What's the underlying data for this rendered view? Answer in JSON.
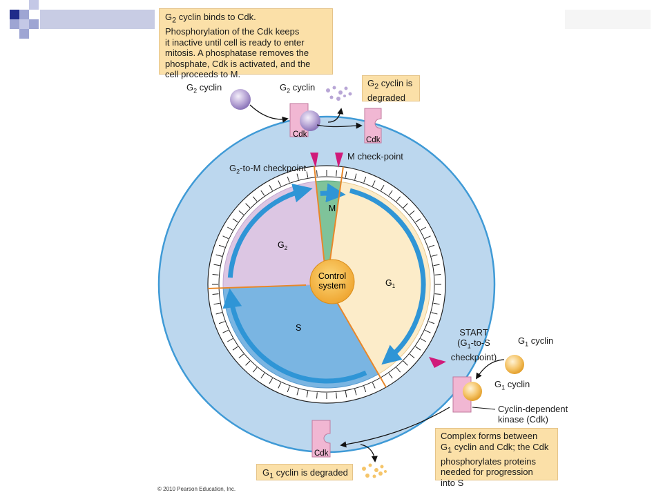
{
  "slide": {
    "copyright": "© 2010 Pearson Education, Inc."
  },
  "notes": {
    "top": {
      "line1_pre": "G",
      "line1_sub": "2",
      "line1_post": " cyclin binds to Cdk.",
      "line2": "Phosphorylation of the Cdk keeps",
      "line3": "it inactive until cell is ready to enter",
      "line4": "mitosis. A phosphatase removes the",
      "line5": "phosphate, Cdk is activated, and the",
      "line6": "cell proceeds to M."
    },
    "g2_degraded": {
      "line1_pre": "G",
      "line1_sub": "2",
      "line1_post": " cyclin is",
      "line2": "degraded"
    },
    "g1_degraded": {
      "pre": "G",
      "sub": "1",
      "post": " cyclin is degraded"
    },
    "complex": {
      "line1": "Complex forms between",
      "line2_pre": "G",
      "line2_sub": "1",
      "line2_post": " cyclin and Cdk; the Cdk",
      "line3": "phosphorylates proteins",
      "line4": "needed for progression",
      "line5": "into S"
    }
  },
  "labels": {
    "g2_cyclin_free_pre": "G",
    "g2_cyclin_free_sub": "2",
    "g2_cyclin_free_post": " cyclin",
    "g2_cyclin_bound_pre": "G",
    "g2_cyclin_bound_sub": "2",
    "g2_cyclin_bound_post": " cyclin",
    "cdk_top": "Cdk",
    "cdk_top_right": "Cdk",
    "cdk_bottom": "Cdk",
    "g2m_checkpoint_pre": "G",
    "g2m_checkpoint_sub": "2",
    "g2m_checkpoint_post": "-to-M checkpoint",
    "m_checkpoint": "M check-point",
    "start_line1": "START",
    "start_line2_pre": "(G",
    "start_line2_sub": "1",
    "start_line2_post": "-to-S",
    "start_line3": "checkpoint)",
    "g1_cyclin_free_pre": "G",
    "g1_cyclin_free_sub": "1",
    "g1_cyclin_free_post": " cyclin",
    "g1_cyclin_bound_pre": "G",
    "g1_cyclin_bound_sub": "1",
    "g1_cyclin_bound_post": " cyclin",
    "cdk_full_line1": "Cyclin-dependent",
    "cdk_full_line2": "kinase (Cdk)"
  },
  "phases": {
    "m": "M",
    "g2_pre": "G",
    "g2_sub": "2",
    "g1_pre": "G",
    "g1_sub": "1",
    "s": "S"
  },
  "control_system": {
    "line1": "Control",
    "line2": "system"
  },
  "colors": {
    "outer_ring": "#bcd7ee",
    "ring_stroke": "#3f9ad6",
    "g1": "#fcecc9",
    "g2": "#dcc6e3",
    "s": "#7ab5e2",
    "m": "#7fc39a",
    "control": "#f3b23b",
    "note": "#fbe0a8",
    "checkpoint_marker": "#d01a7a",
    "cdk": "#f1b7d3",
    "cyclin_purple": "#b8a6d6",
    "cyclin_orange": "#f5c56a",
    "checkpoint_line": "#e8872a"
  }
}
